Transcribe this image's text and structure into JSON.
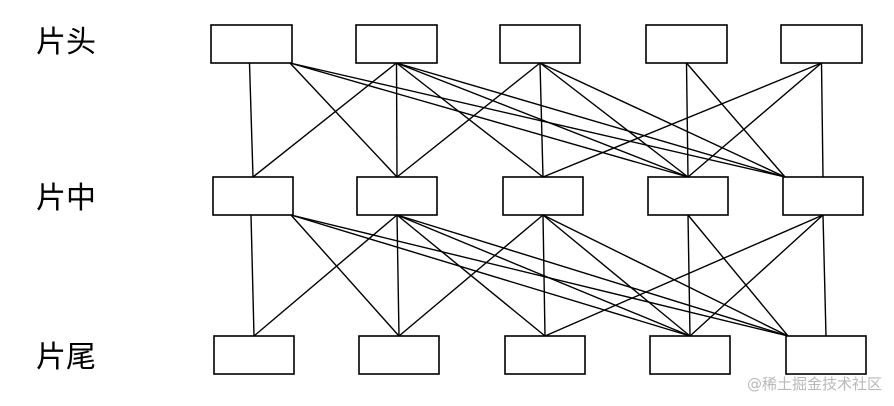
{
  "diagram": {
    "row_labels": [
      "片头",
      "片中",
      "片尾"
    ],
    "columns_per_row": 5,
    "connections": [
      {
        "from_row": 0,
        "to_row": 1,
        "edges": [
          [
            0,
            0
          ],
          [
            0,
            1
          ],
          [
            0,
            3
          ],
          [
            0,
            4
          ],
          [
            1,
            0
          ],
          [
            1,
            1
          ],
          [
            1,
            2
          ],
          [
            1,
            3
          ],
          [
            1,
            4
          ],
          [
            2,
            1
          ],
          [
            2,
            2
          ],
          [
            2,
            3
          ],
          [
            2,
            4
          ],
          [
            3,
            3
          ],
          [
            3,
            4
          ],
          [
            4,
            2
          ],
          [
            4,
            3
          ],
          [
            4,
            4
          ]
        ]
      },
      {
        "from_row": 1,
        "to_row": 2,
        "edges": [
          [
            0,
            0
          ],
          [
            0,
            1
          ],
          [
            0,
            3
          ],
          [
            0,
            4
          ],
          [
            1,
            0
          ],
          [
            1,
            1
          ],
          [
            1,
            2
          ],
          [
            1,
            3
          ],
          [
            1,
            4
          ],
          [
            2,
            1
          ],
          [
            2,
            2
          ],
          [
            2,
            3
          ],
          [
            2,
            4
          ],
          [
            3,
            3
          ],
          [
            3,
            4
          ],
          [
            4,
            2
          ],
          [
            4,
            3
          ],
          [
            4,
            4
          ]
        ]
      }
    ]
  },
  "watermark": {
    "text": "@稀土掘金技术社区"
  }
}
